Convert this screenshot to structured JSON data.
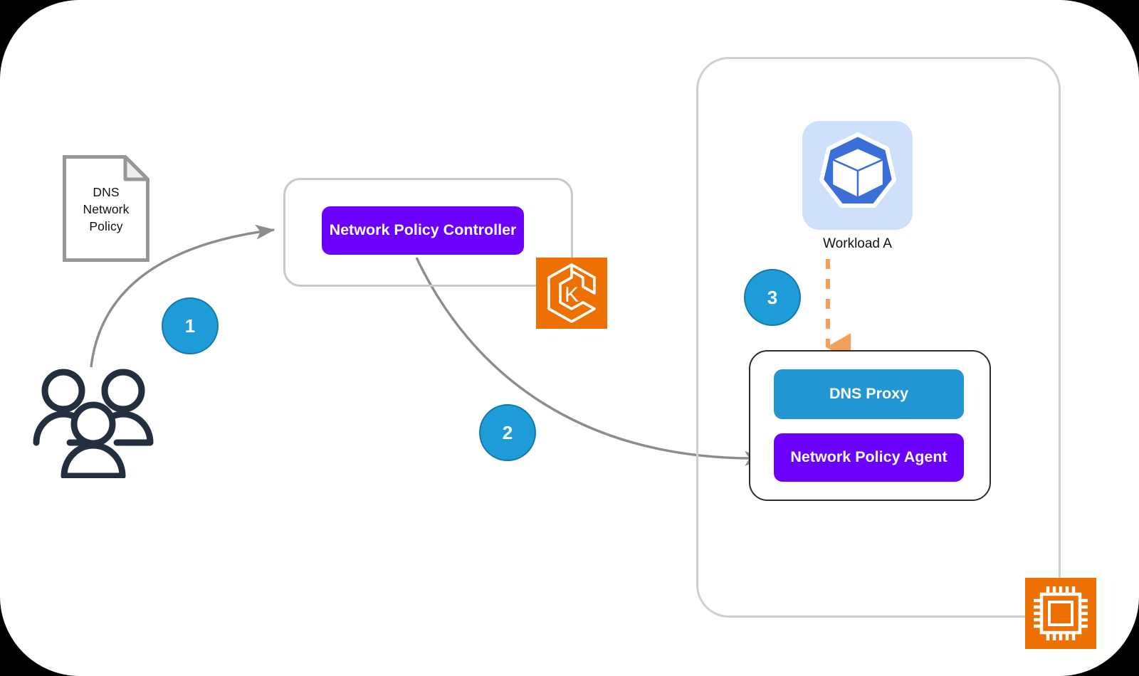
{
  "diagram": {
    "title": "DNS Network Policy enforcement flow",
    "colors": {
      "purple": "#6c00ff",
      "blue": "#2196d3",
      "aws_orange": "#ed7100",
      "orange_arrow": "#f2a15c",
      "badge_blue": "#1d9cd8",
      "pod_tile_blue": "#cfe0fb",
      "users_navy": "#232f3e",
      "gray_border": "#c9c9c9",
      "arrow_gray": "#8c8c8c"
    }
  },
  "policy_document": {
    "name": "dns-network-policy-document",
    "lines": [
      "DNS",
      "Network",
      "Policy"
    ],
    "text": "DNS\nNetwork\nPolicy"
  },
  "actors": {
    "users_icon": "users-group-icon"
  },
  "steps": [
    {
      "number": "1",
      "name": "step-badge-1"
    },
    {
      "number": "2",
      "name": "step-badge-2"
    },
    {
      "number": "3",
      "name": "step-badge-3"
    }
  ],
  "cluster": {
    "name": "eks-cluster-container",
    "service_icon": "eks-icon",
    "components": [
      {
        "label": "Network Policy Controller",
        "color": "#6c00ff",
        "name": "network-policy-controller"
      }
    ]
  },
  "node": {
    "name": "ec2-node-container",
    "service_icon": "ec2-instance-icon",
    "workload": {
      "icon": "kubernetes-pod-icon",
      "label": "Workload A"
    },
    "pod": {
      "name": "pod-container",
      "components": [
        {
          "label": "DNS Proxy",
          "color": "#2196d3",
          "name": "dns-proxy"
        },
        {
          "label": "Network Policy Agent",
          "color": "#6c00ff",
          "name": "network-policy-agent"
        }
      ]
    }
  },
  "connectors": [
    {
      "name": "users-to-controller-arrow",
      "style": "solid-gray"
    },
    {
      "name": "controller-to-agent-arrow",
      "style": "solid-gray"
    },
    {
      "name": "workload-to-pod-arrow",
      "style": "dashed-orange"
    }
  ]
}
